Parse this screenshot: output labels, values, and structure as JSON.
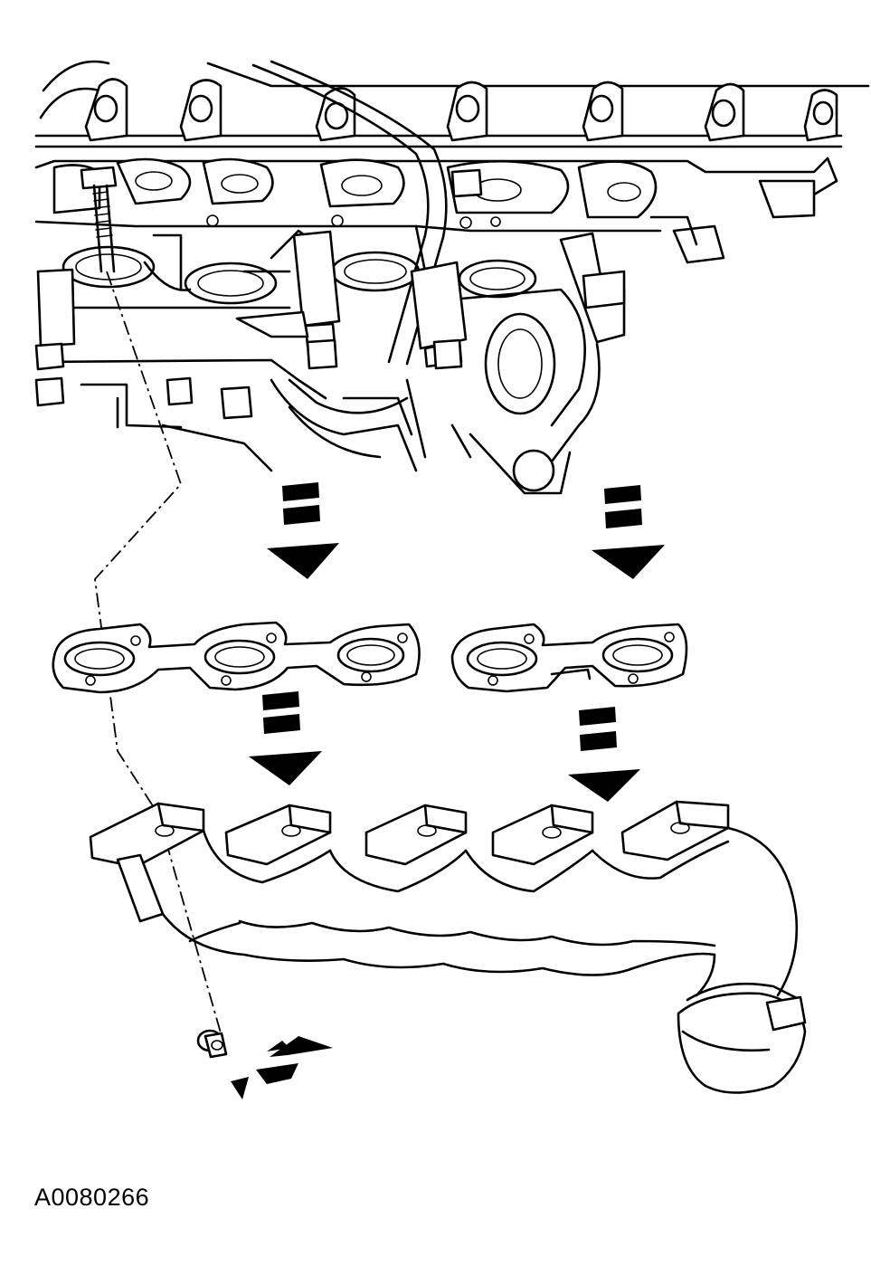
{
  "figure": {
    "id_label": "A0080266",
    "parts": [
      "exhaust-manifold",
      "left-gasket-three-port",
      "right-gasket-two-port",
      "manifold-stud",
      "manifold-nut",
      "cylinder-head"
    ],
    "colors": {
      "line": "#000000",
      "background": "#ffffff"
    }
  }
}
